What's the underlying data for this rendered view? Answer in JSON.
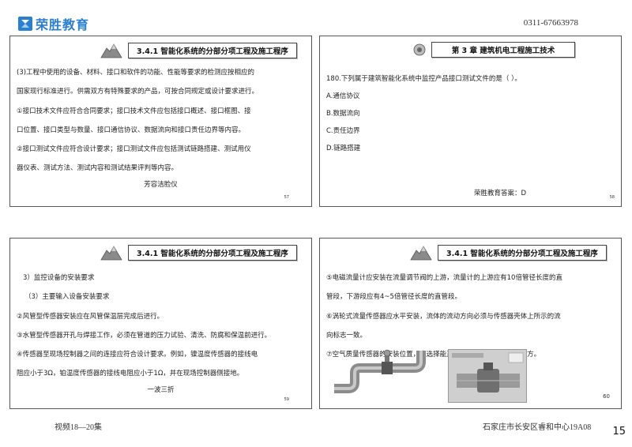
{
  "header": {
    "logo_text": "荣胜教育",
    "phone": "0311-67663978"
  },
  "slides": [
    {
      "title": "3.4.1 智能化系统的分部分项工程及施工程序",
      "lines": [
        "(3)工程中使用的设备、材料、接口和软件的功能、性能等要求的检测应按相应的",
        "国家现行标准进行。供需双方有特殊要求的产品，可按合同规定或设计要求进行。",
        "①接口技术文件应符合合同要求；接口技术文件应包括接口概述、接口框图、接",
        "口位置、接口类型与数量、接口通信协议、数据流向和接口责任边界等内容。",
        "②接口测试文件应符合设计要求；接口测试文件应包括测试链路搭建、测试用仪",
        "器仪表、测试方法、测试内容和测试结果评判等内容。"
      ],
      "note": "芳容洁脸仪",
      "page": "57"
    },
    {
      "title": "第 3 章  建筑机电工程施工技术",
      "lines": [
        "180.下列属于建筑智能化系统中监控产品接口测试文件的是（    ）。",
        "A.通信协议",
        "B.数据流向",
        "C.责任边界",
        "D.链路搭建"
      ],
      "note": "荣胜教育答案：D",
      "page": "58"
    },
    {
      "title": "3.4.1 智能化系统的分部分项工程及施工程序",
      "lines": [
        "3）监控设备的安装要求",
        "（3）主要输入设备安装要求",
        "②风管型传感器安装应在风管保温层完成后进行。",
        "③水管型传感器开孔与焊接工作，必须在管道的压力试验、清洗、防腐和保温前进行。",
        "④传感器至现场控制器之间的连接应符合设计要求。例如，镍温度传感器的接线电",
        "阻应小于3Ω，铂温度传感器的接线电阻应小于1Ω，并在现场控制器侧接地。"
      ],
      "note": "一波三折",
      "page": "59"
    },
    {
      "title": "3.4.1 智能化系统的分部分项工程及施工程序",
      "lines": [
        "⑤电磁流量计应安装在流量调节阀的上游，流量计的上游应有10倍管径长度的直",
        "管段，下游段应有4~5倍管径长度的直管段。",
        "⑥涡轮式流量传感器应水平安装，流体的流动方向必须与传感器壳体上所示的流",
        "向标志一致。",
        "⑦空气质量传感器的安装位置，应选择能正确反映空气质量状况的地方。"
      ],
      "page": "60"
    }
  ],
  "footer": {
    "left": "视频18—20集",
    "right": "石家庄市长安区睿和中心19A08",
    "sheet": "15"
  }
}
